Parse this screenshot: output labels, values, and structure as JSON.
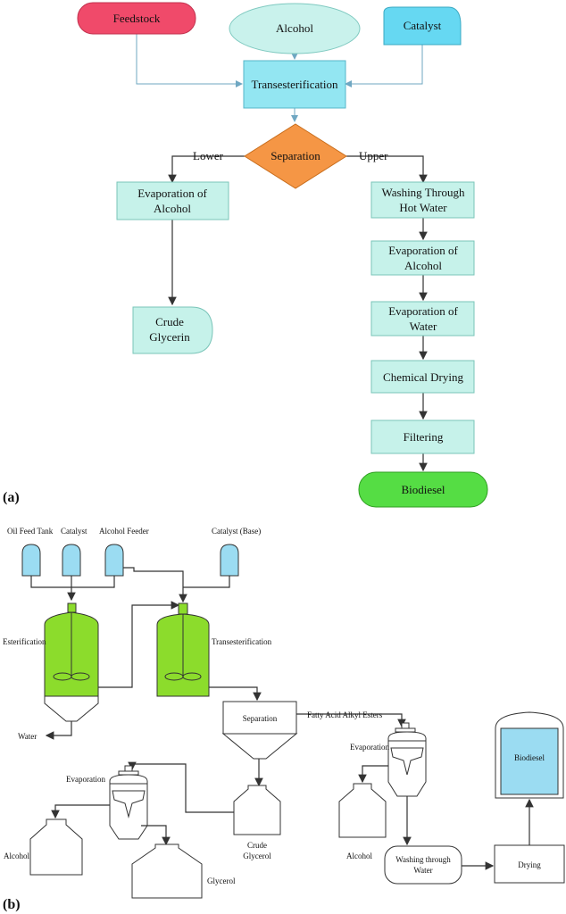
{
  "panel_a": {
    "label": "(a)",
    "feedstock": "Feedstock",
    "alcohol": "Alcohol",
    "catalyst": "Catalyst",
    "transesterification": "Transesterification",
    "separation": "Separation",
    "lower": "Lower",
    "upper": "Upper",
    "evap_alcohol_left_1": "Evaporation of",
    "evap_alcohol_left_2": "Alcohol",
    "crude_glycerin_1": "Crude",
    "crude_glycerin_2": "Glycerin",
    "washing_1": "Washing Through",
    "washing_2": "Hot Water",
    "evap_alcohol_right_1": "Evaporation of",
    "evap_alcohol_right_2": "Alcohol",
    "evap_water_1": "Evaporation of",
    "evap_water_2": "Water",
    "chemical_drying": "Chemical Drying",
    "filtering": "Filtering",
    "biodiesel": "Biodiesel",
    "colors": {
      "feedstock": "#f04a6a",
      "alcohol": "#c9f2ec",
      "catalyst": "#66d8f2",
      "transesterification": "#93e6f2",
      "separation": "#f59645",
      "process": "#c6f2ea",
      "biodiesel": "#55dd44",
      "tank": "#9bdcf2",
      "reactor": "#8cdc2c"
    }
  },
  "panel_b": {
    "label": "(b)",
    "oil_feed_tank": "Oil Feed Tank",
    "catalyst": "Catalyst",
    "alcohol_feeder": "Alcohol Feeder",
    "catalyst_base": "Catalyst (Base)",
    "esterification": "Esterification",
    "transesterification": "Transesterification",
    "water": "Water",
    "separation": "Separation",
    "fatty_acid": "Fatty Acid Alkyl Esters",
    "evaporation_left": "Evaporation",
    "evaporation_right": "Evaporation",
    "crude_glycerol_1": "Crude",
    "crude_glycerol_2": "Glycerol",
    "alcohol_left": "Alcohol",
    "glycerol": "Glycerol",
    "alcohol_right": "Alcohol",
    "washing_1": "Washing through",
    "washing_2": "Water",
    "drying": "Drying",
    "biodiesel": "Biodiesel"
  }
}
